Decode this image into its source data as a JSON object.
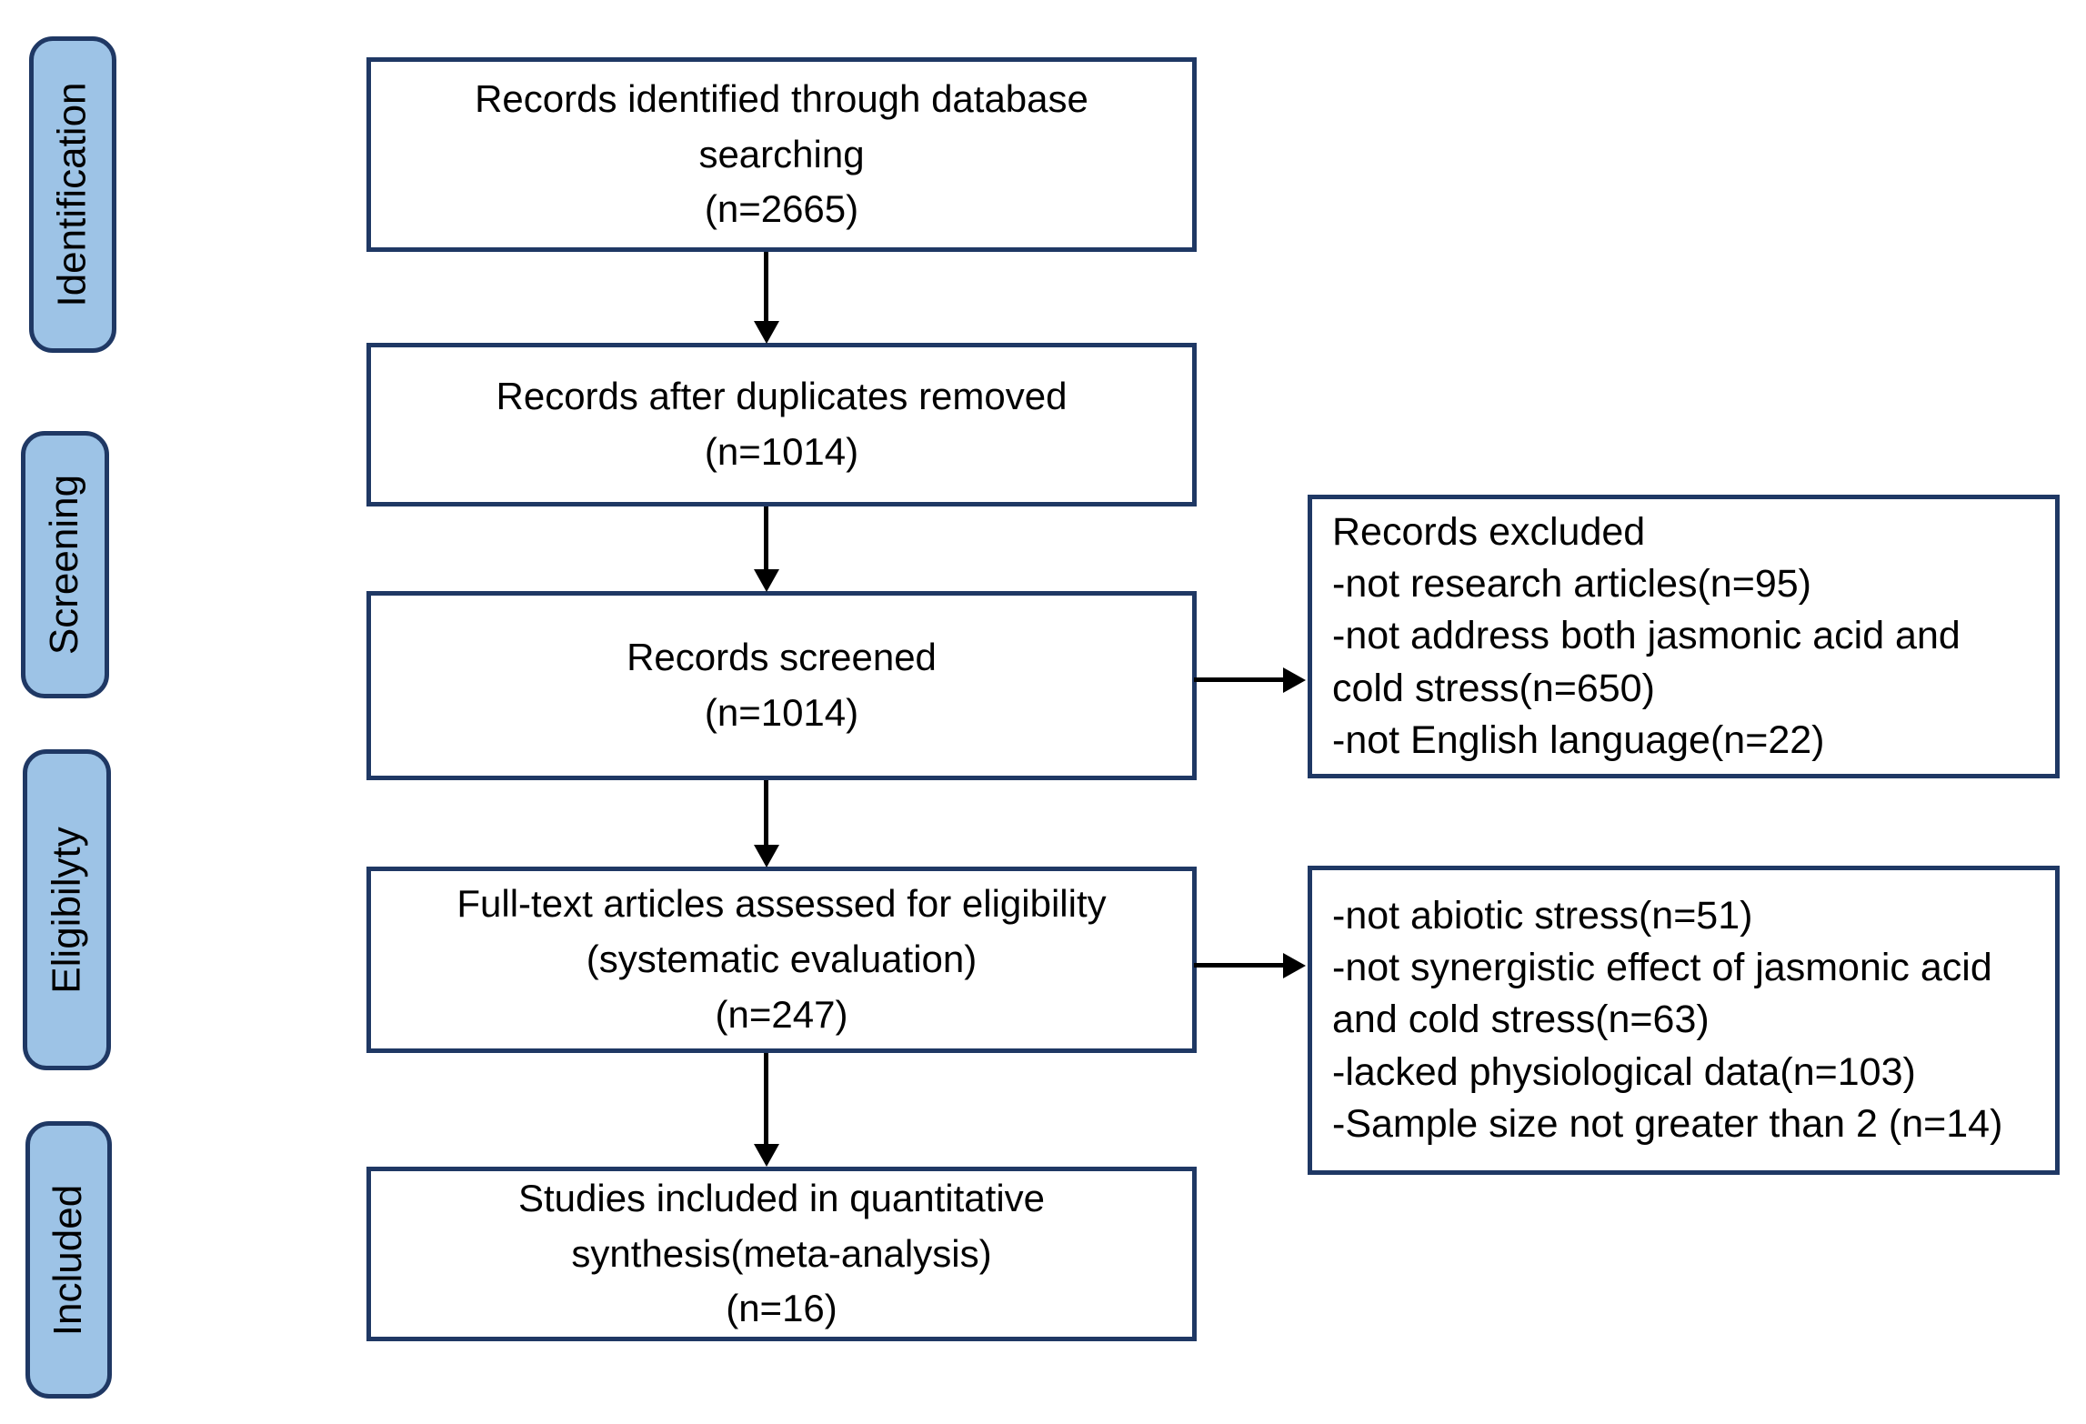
{
  "palette": {
    "label_fill": "#9dc3e6",
    "label_border": "#1f3864",
    "box_border": "#1f3864",
    "box_fill": "#ffffff",
    "arrow": "#000000",
    "text": "#000000"
  },
  "stages": [
    {
      "label": "Identification"
    },
    {
      "label": "Screening"
    },
    {
      "label": "Eligibilyty"
    },
    {
      "label": "Included"
    }
  ],
  "flow_boxes": [
    {
      "lines": [
        "Records identified through database",
        "searching",
        "(n=2665)"
      ]
    },
    {
      "lines": [
        "Records after duplicates removed",
        "(n=1014)"
      ]
    },
    {
      "lines": [
        "Records screened",
        "(n=1014)"
      ]
    },
    {
      "lines": [
        "Full-text articles assessed for eligibility",
        "(systematic evaluation)",
        "(n=247)"
      ]
    },
    {
      "lines": [
        "Studies included in quantitative",
        "synthesis(meta-analysis)",
        "(n=16)"
      ]
    }
  ],
  "exclusion_boxes": [
    {
      "lines": [
        "Records excluded",
        "-not research articles(n=95)",
        "-not address both jasmonic acid and",
        "cold stress(n=650)",
        "-not English language(n=22)"
      ]
    },
    {
      "lines": [
        "-not abiotic stress(n=51)",
        "-not synergistic effect of jasmonic acid",
        "and cold stress(n=63)",
        "-lacked physiological data(n=103)",
        "-Sample size not greater than 2 (n=14)"
      ]
    }
  ]
}
